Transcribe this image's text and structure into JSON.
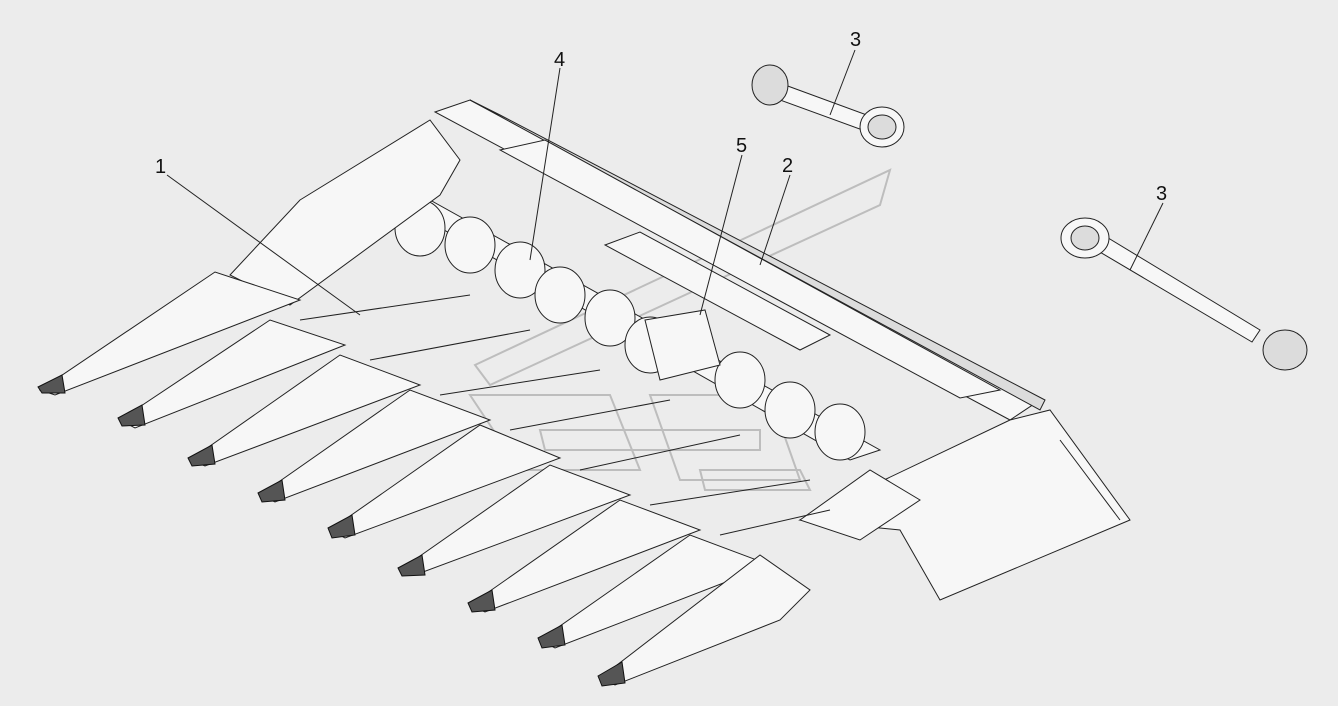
{
  "callouts": {
    "c1": "1",
    "c2": "2",
    "c3a": "3",
    "c3b": "3",
    "c4": "4",
    "c5": "5"
  },
  "colors": {
    "background": "#ececec",
    "line": "#222222",
    "watermark": "#bdbdbd"
  }
}
